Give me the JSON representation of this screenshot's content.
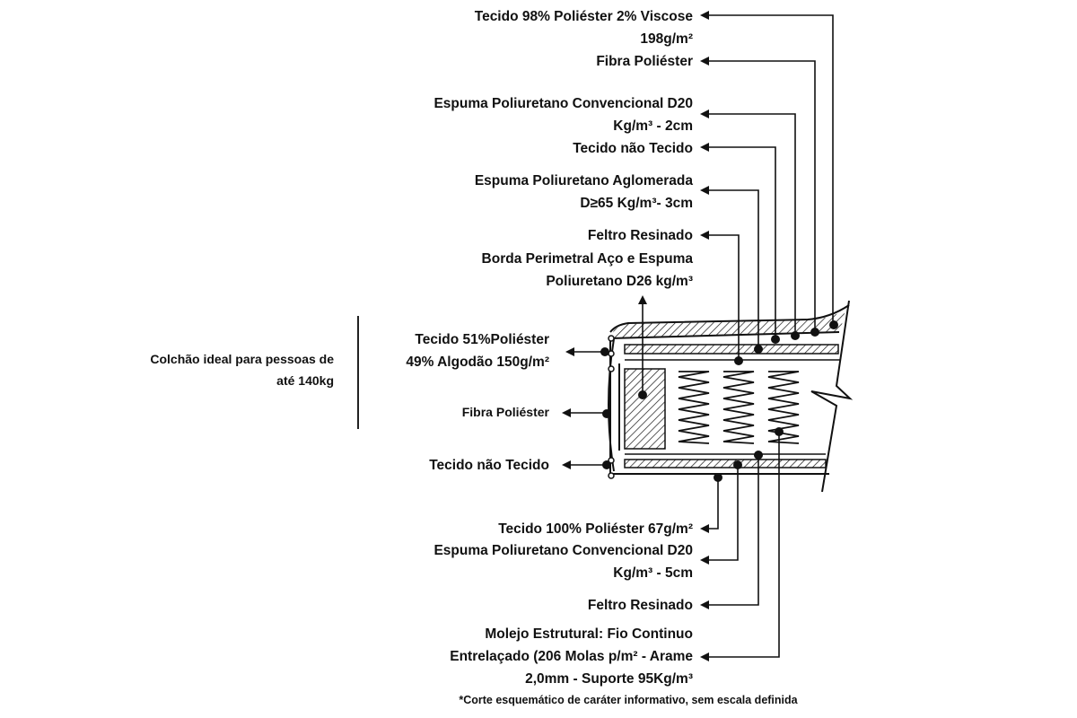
{
  "description": {
    "text_line1": "Colchão ideal para pessoas de",
    "text_line2": "até 140kg"
  },
  "labels_top": [
    {
      "id": "tecido-98",
      "lines": [
        "Tecido 98% Poliéster 2% Viscose",
        "198g/m²"
      ]
    },
    {
      "id": "fibra-poliester-top",
      "lines": [
        "Fibra Poliéster"
      ]
    },
    {
      "id": "espuma-d20-top",
      "lines": [
        "Espuma Poliuretano Convencional D20",
        "Kg/m³ - 2cm"
      ]
    },
    {
      "id": "tecido-nao-tecido-top",
      "lines": [
        "Tecido não Tecido"
      ]
    },
    {
      "id": "espuma-aglomerada",
      "lines": [
        "Espuma Poliuretano Aglomerada",
        "D≥65 Kg/m³- 3cm"
      ]
    },
    {
      "id": "feltro-resinado-top",
      "lines": [
        "Feltro Resinado"
      ]
    },
    {
      "id": "borda-perimetral",
      "lines": [
        "Borda Perimetral Aço e Espuma",
        "Poliuretano D26 kg/m³"
      ]
    }
  ],
  "labels_left": [
    {
      "id": "tecido-51",
      "lines": [
        "Tecido 51%Poliéster",
        "49% Algodão 150g/m²"
      ]
    },
    {
      "id": "fibra-poliester-left",
      "lines": [
        "Fibra Poliéster"
      ]
    },
    {
      "id": "tecido-nao-tecido-left",
      "lines": [
        "Tecido não Tecido"
      ]
    }
  ],
  "labels_bottom": [
    {
      "id": "tecido-100",
      "lines": [
        "Tecido 100% Poliéster 67g/m²"
      ]
    },
    {
      "id": "espuma-d20-bottom",
      "lines": [
        "Espuma Poliuretano Convencional D20",
        "Kg/m³ - 5cm"
      ]
    },
    {
      "id": "feltro-resinado-bottom",
      "lines": [
        "Feltro Resinado"
      ]
    },
    {
      "id": "molejo",
      "lines": [
        "Molejo Estrutural: Fio Continuo",
        "Entrelaçado (206 Molas p/m² - Arame",
        "2,0mm - Suporte 95Kg/m³"
      ]
    }
  ],
  "footnote": "*Corte esquemático de caráter informativo, sem escala definida",
  "colors": {
    "line": "#111111",
    "background": "#ffffff",
    "text": "#111111"
  }
}
